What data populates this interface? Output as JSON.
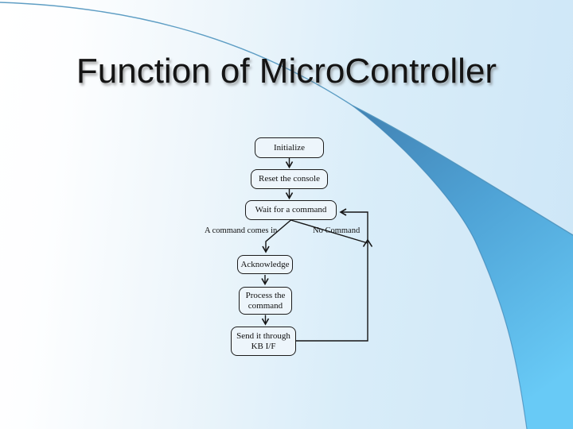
{
  "slide": {
    "title": "Function of MicroController"
  },
  "flowchart": {
    "nodes": [
      {
        "id": "initialize",
        "label": "Initialize"
      },
      {
        "id": "reset-console",
        "label": "Reset the console"
      },
      {
        "id": "wait-command",
        "label": "Wait for a command"
      },
      {
        "id": "acknowledge",
        "label": "Acknowledge"
      },
      {
        "id": "process-command",
        "label": "Process the\ncommand"
      },
      {
        "id": "send-kb-if",
        "label": "Send it through\nKB I/F"
      }
    ],
    "edge_labels": [
      {
        "id": "command-comes-in",
        "label": "A command comes in"
      },
      {
        "id": "no-command",
        "label": "No Command"
      }
    ]
  },
  "theme": {
    "background_white": "#ffffff",
    "background_blue": "#cde6f7",
    "swoosh_dark": "#4181b2",
    "swoosh_mid": "#4fa3d6",
    "swoosh_light": "#68caf6",
    "swoosh_edge": "#4e93be",
    "node_fill": "#edf5fb",
    "node_border": "#1c1c1c",
    "line_color": "#151515"
  }
}
